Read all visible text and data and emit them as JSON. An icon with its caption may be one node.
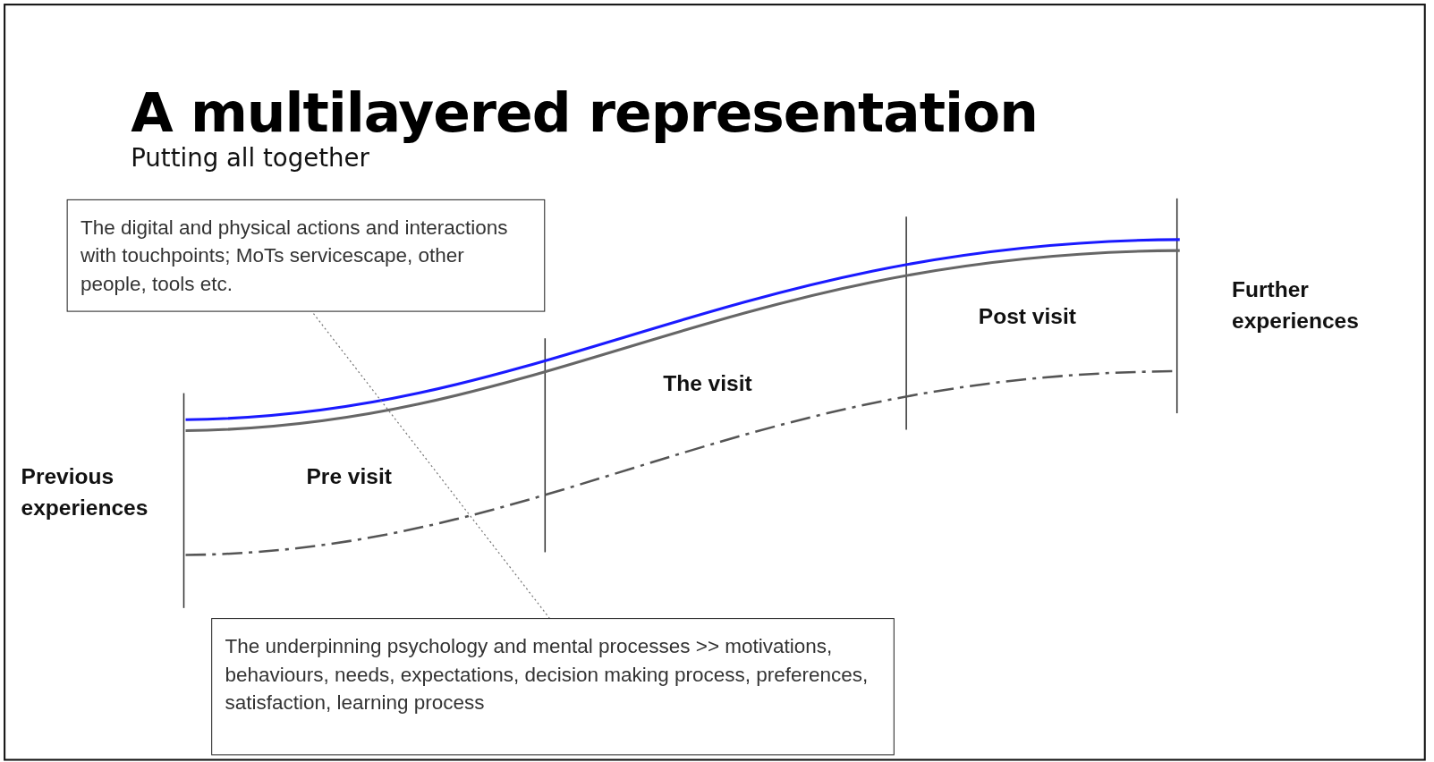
{
  "diagram": {
    "title": "A multilayered representation",
    "nodes": [
      {
        "text": [
          "The digital and physical actions and interactions with touchpoints; MoTs servicescape, other people, tools etc."
        ]
      },
      {
        "text": [
          "The underpinning psychology and mental processes >> motivations, behaviours, needs, expectations, decision making process, preferences, satisfaction, learning process"
        ]
      }
    ],
    "edges": [
      {
        "from": 0,
        "to": 1,
        "arrow": "none",
        "style": "dashed"
      }
    ],
    "labels": [
      "Putting all together",
      "Further experiences",
      "Post visit",
      "The visit",
      "Previous experiences",
      "Pre visit"
    ]
  }
}
